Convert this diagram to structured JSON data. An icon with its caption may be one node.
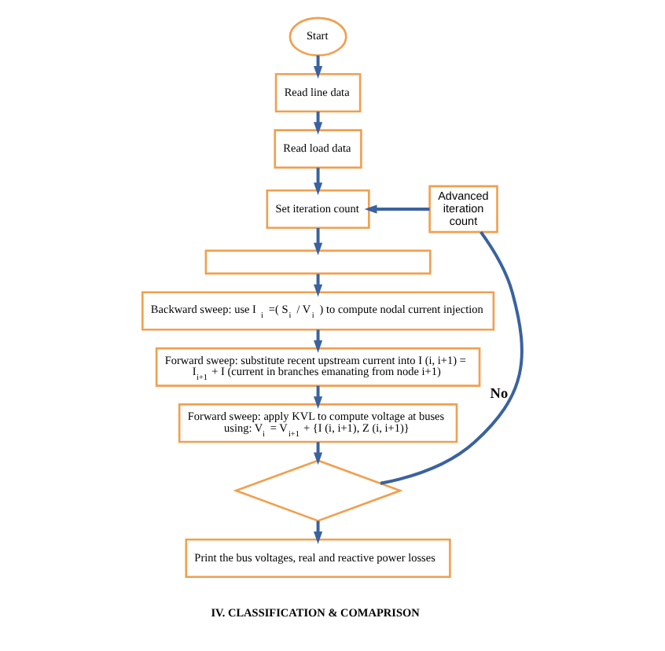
{
  "diagram": {
    "nodes": [
      {
        "text": [
          "Start"
        ]
      },
      {
        "text": [
          "Read line data"
        ]
      },
      {
        "text": [
          "Read load data"
        ]
      },
      {
        "text": [
          "Set iteration count"
        ]
      },
      {
        "text": [
          "Advanced iteration count"
        ]
      },
      {
        "text": [],
        "shape": "box"
      },
      {
        "text": [
          "Backward sweep: use I$_{i}$ =( S$_{i}$ / V$_{i}$ ) to compute nodal current injection"
        ]
      },
      {
        "text": [
          "Forward sweep: substitute recent upstream current into I (i, i+1) = I$_{i+1}$ + I (current in branches emanating from node i+1)"
        ]
      },
      {
        "text": [
          "Forward sweep: apply KVL to compute voltage at buses using: V$_{i}$ = V$_{i+1}$ + {I (i, i+1), Z (i, i+1)}"
        ]
      },
      {
        "text": [],
        "shape": "diamond"
      },
      {
        "text": [
          "Print the bus voltages, real and reactive power losses"
        ]
      }
    ],
    "edges": [
      {
        "from": 0,
        "to": 1,
        "arrow": "to"
      },
      {
        "from": 1,
        "to": 2,
        "arrow": "to"
      },
      {
        "from": 2,
        "to": 3,
        "arrow": "to"
      },
      {
        "from": 4,
        "to": 3,
        "arrow": "to"
      },
      {
        "from": 3,
        "to": 5,
        "arrow": "to"
      },
      {
        "from": 5,
        "to": 6,
        "arrow": "to"
      },
      {
        "from": 6,
        "to": 7,
        "arrow": "to"
      },
      {
        "from": 7,
        "to": 8,
        "arrow": "to"
      },
      {
        "from": 8,
        "to": 9,
        "arrow": "to"
      },
      {
        "from": 9,
        "to": 4,
        "arrow": "none",
        "label": "No"
      },
      {
        "from": 9,
        "to": 10,
        "arrow": "to"
      }
    ],
    "labels": [
      "IV. CLASSIFICATION & COMAPRISON"
    ]
  }
}
